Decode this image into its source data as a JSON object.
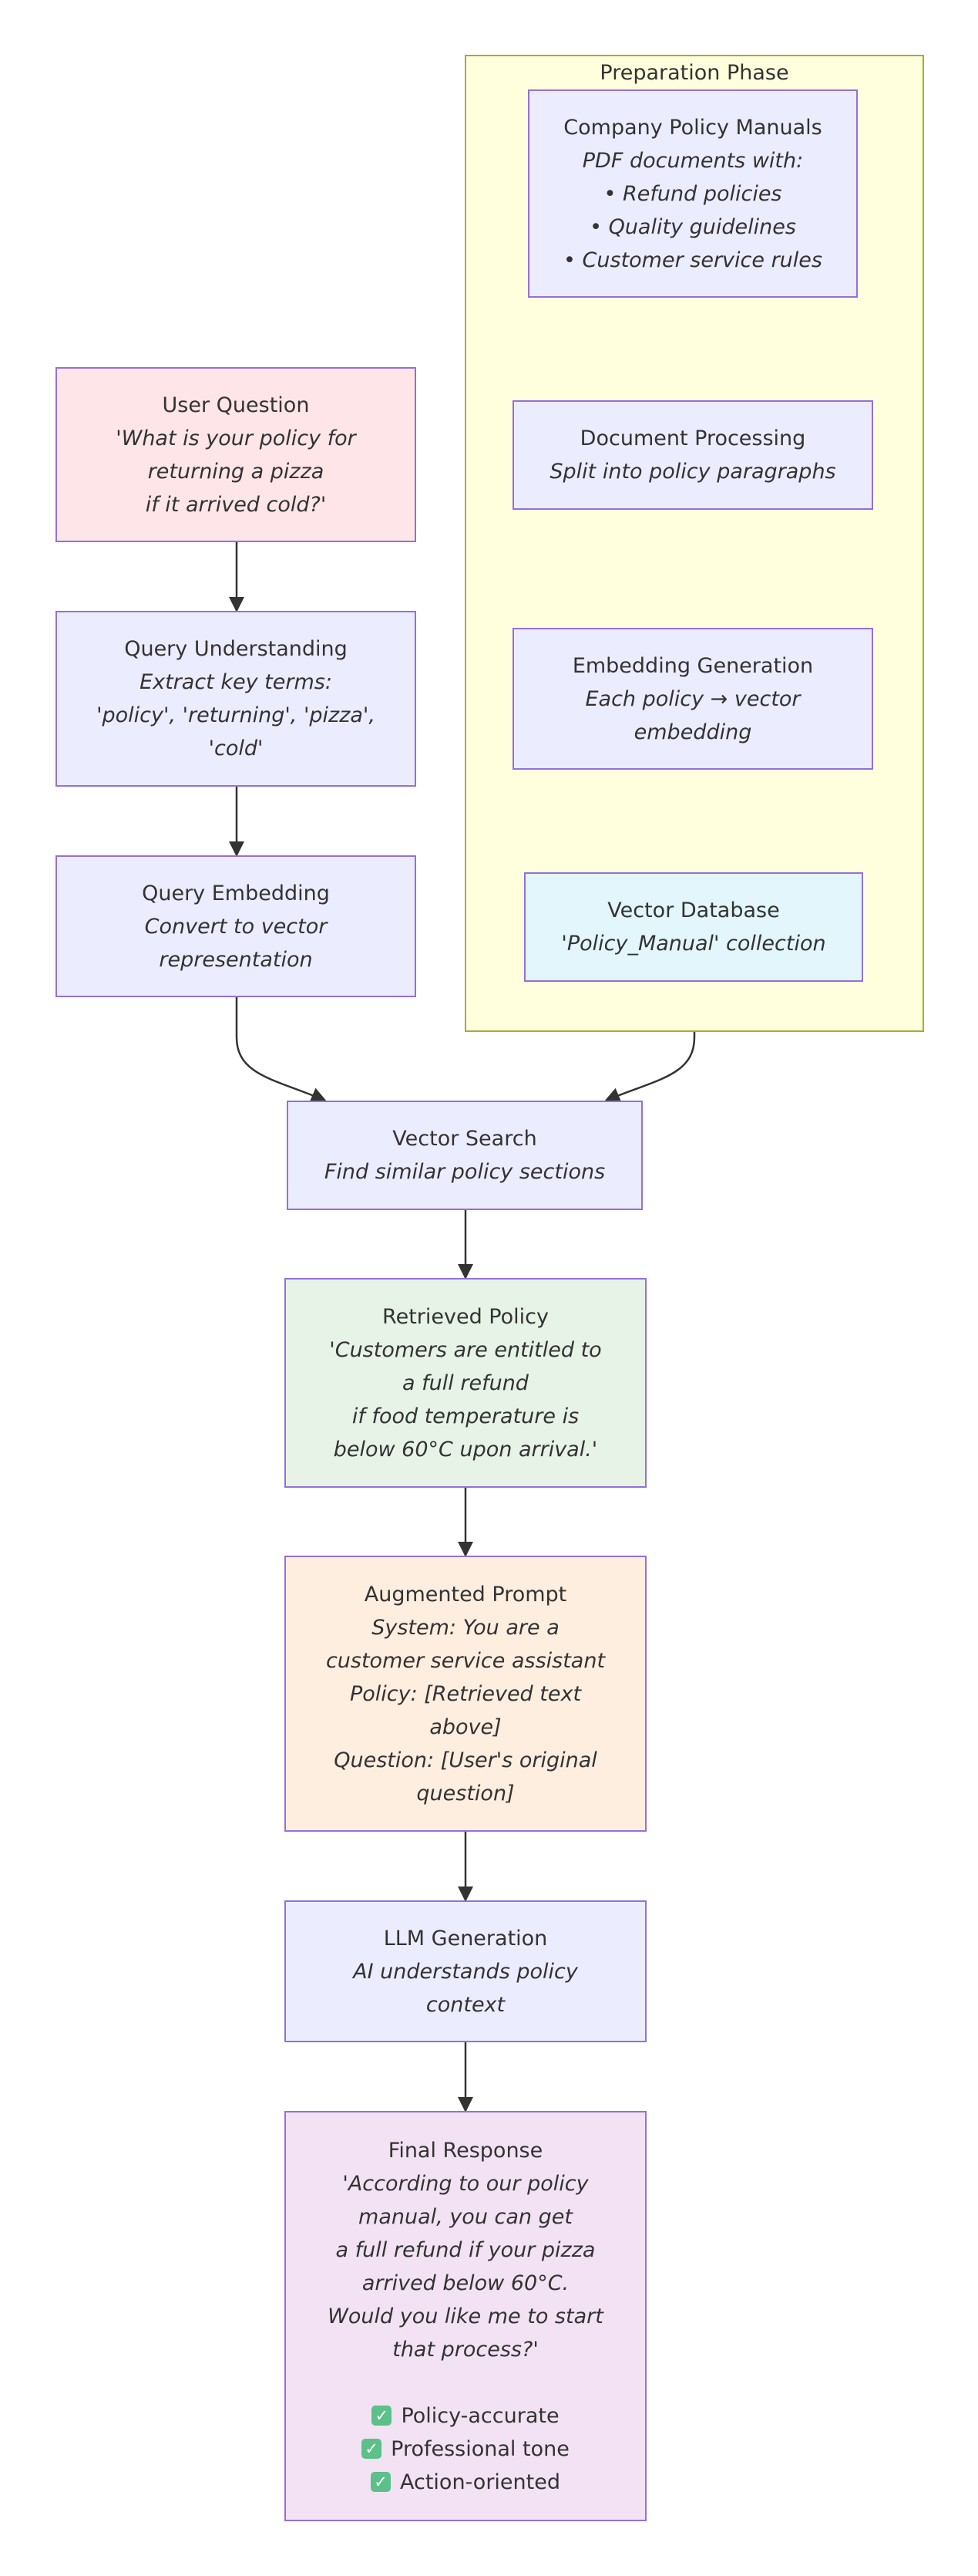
{
  "cluster": {
    "title": "Preparation Phase"
  },
  "nodes": {
    "policy_manuals": {
      "title": "Company Policy Manuals",
      "lines": [
        "PDF documents with:",
        "• Refund policies",
        "• Quality guidelines",
        "• Customer service rules"
      ]
    },
    "document_processing": {
      "title": "Document Processing",
      "lines": [
        "Split into policy paragraphs"
      ]
    },
    "embedding_generation": {
      "title": "Embedding Generation",
      "lines": [
        "Each policy → vector",
        "embedding"
      ]
    },
    "vector_database": {
      "title": "Vector Database",
      "lines": [
        "'Policy_Manual' collection"
      ]
    },
    "user_question": {
      "title": "User Question",
      "lines": [
        "'What is your policy for",
        "returning a pizza",
        "if it arrived cold?'"
      ]
    },
    "query_understanding": {
      "title": "Query Understanding",
      "lines": [
        "Extract key terms:",
        "'policy', 'returning', 'pizza',",
        "'cold'"
      ]
    },
    "query_embedding": {
      "title": "Query Embedding",
      "lines": [
        "Convert to vector",
        "representation"
      ]
    },
    "vector_search": {
      "title": "Vector Search",
      "lines": [
        "Find similar policy sections"
      ]
    },
    "retrieved_policy": {
      "title": "Retrieved Policy",
      "lines": [
        "'Customers are entitled to",
        "a full refund",
        "if food temperature is",
        "below 60°C upon arrival.'"
      ]
    },
    "augmented_prompt": {
      "title": "Augmented Prompt",
      "lines": [
        "System: You are a",
        "customer service assistant",
        "Policy: [Retrieved text",
        "above]",
        "Question: [User's original",
        "question]"
      ]
    },
    "llm_generation": {
      "title": "LLM Generation",
      "lines": [
        "AI understands policy",
        "context"
      ]
    },
    "final_response": {
      "title": "Final Response",
      "lines": [
        "'According to our policy",
        "manual, you can get",
        "a full refund if your pizza",
        "arrived below 60°C.",
        "Would you like me to start",
        "that process?'"
      ],
      "checks": [
        "Policy-accurate",
        "Professional tone",
        "Action-oriented"
      ]
    }
  }
}
